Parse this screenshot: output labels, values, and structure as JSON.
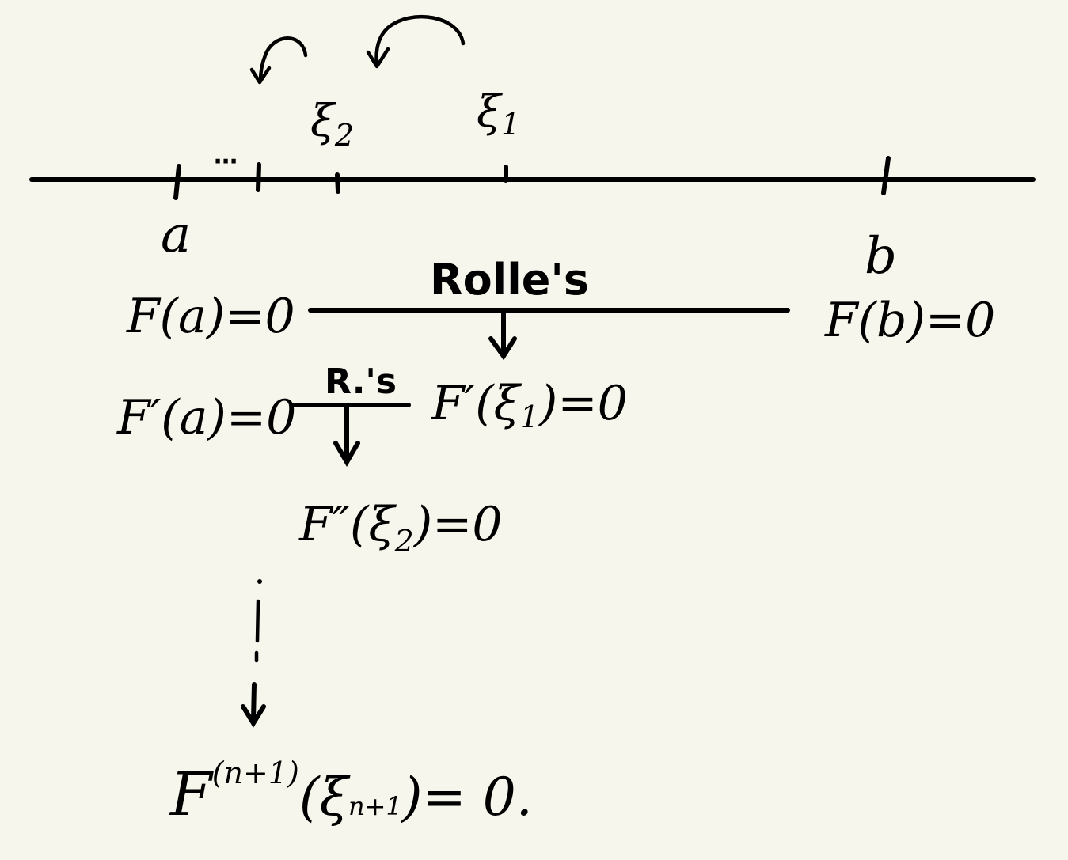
{
  "axis": {
    "label_a": "a",
    "label_b": "b",
    "label_xi1": "ξ",
    "sub_xi1": "1",
    "label_xi2": "ξ",
    "sub_xi2": "2",
    "dots": "⋯"
  },
  "row1": {
    "left": "F(a)=0",
    "right": "F(b)=0",
    "rule_label": "Rolle's"
  },
  "row2": {
    "left": "F′(a)=0",
    "rule_label": "R.'s",
    "right_prefix": "F′(ξ",
    "right_sub": "1",
    "right_suffix": ")=0"
  },
  "row3": {
    "prefix": "F″(ξ",
    "sub": "2",
    "suffix": ")=0"
  },
  "row4": {
    "F": "F",
    "superscript": "(n+1)",
    "open": "(ξ",
    "sub": "n+1",
    "suffix": ")= 0."
  },
  "colors": {
    "ink": "#000000",
    "paper": "#f6f6ec"
  }
}
